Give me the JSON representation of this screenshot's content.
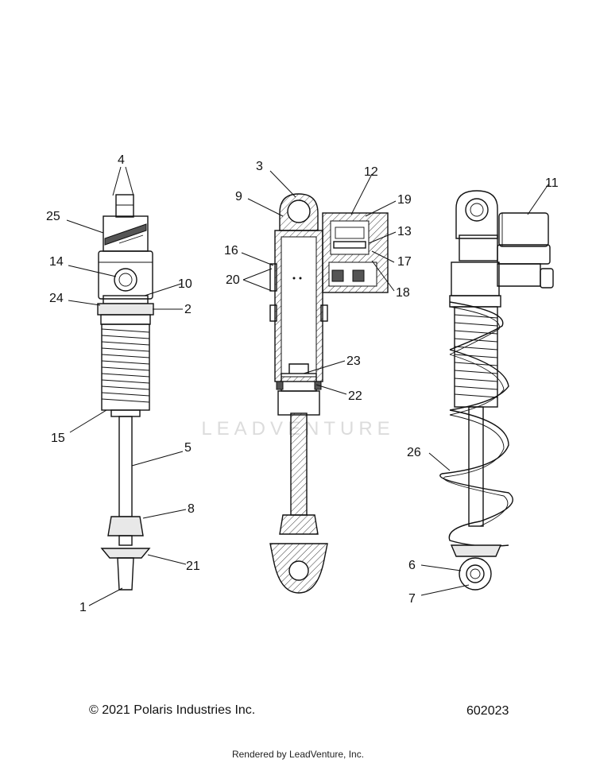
{
  "watermark": "LEADVENTURE",
  "footer": {
    "copyright": "© 2021 Polaris Industries Inc.",
    "drawing_number": "602023",
    "rendered_by": "Rendered by LeadVenture, Inc."
  },
  "callouts": {
    "c1": "1",
    "c2": "2",
    "c3": "3",
    "c4": "4",
    "c5": "5",
    "c6": "6",
    "c7": "7",
    "c8": "8",
    "c9": "9",
    "c10": "10",
    "c11": "11",
    "c12": "12",
    "c13": "13",
    "c14": "14",
    "c15": "15",
    "c16": "16",
    "c17": "17",
    "c18": "18",
    "c19": "19",
    "c20": "20",
    "c21": "21",
    "c22": "22",
    "c23": "23",
    "c24": "24",
    "c25": "25",
    "c26": "26"
  }
}
